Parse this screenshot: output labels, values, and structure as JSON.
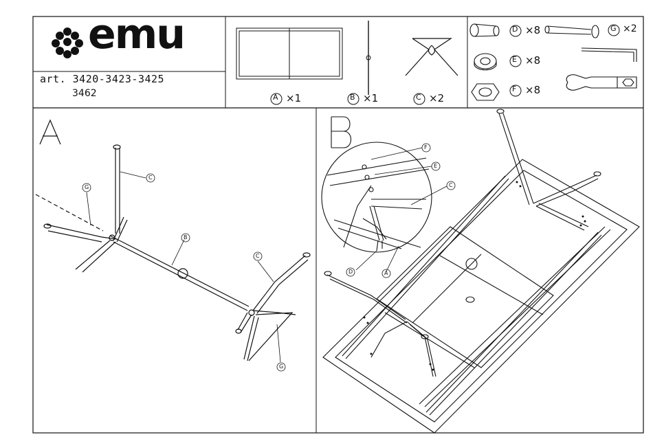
{
  "header": {
    "brand": "emu",
    "article_line": "art. 3420-3423-3425",
    "article_extra": "3462"
  },
  "parts": [
    {
      "letter": "A",
      "qty": "×1"
    },
    {
      "letter": "B",
      "qty": "×1"
    },
    {
      "letter": "C",
      "qty": "×2"
    },
    {
      "letter": "D",
      "qty": "×8"
    },
    {
      "letter": "E",
      "qty": "×8"
    },
    {
      "letter": "F",
      "qty": "×8"
    },
    {
      "letter": "G",
      "qty": "×2"
    }
  ],
  "steps": {
    "step_a": "A",
    "step_b": "B"
  },
  "callouts": {
    "a_c1": "C",
    "a_g1": "G",
    "a_b": "B",
    "a_c2": "C",
    "a_g2": "G",
    "b_f": "F",
    "b_e": "E",
    "b_c": "C",
    "b_d": "D",
    "b_a": "A"
  }
}
